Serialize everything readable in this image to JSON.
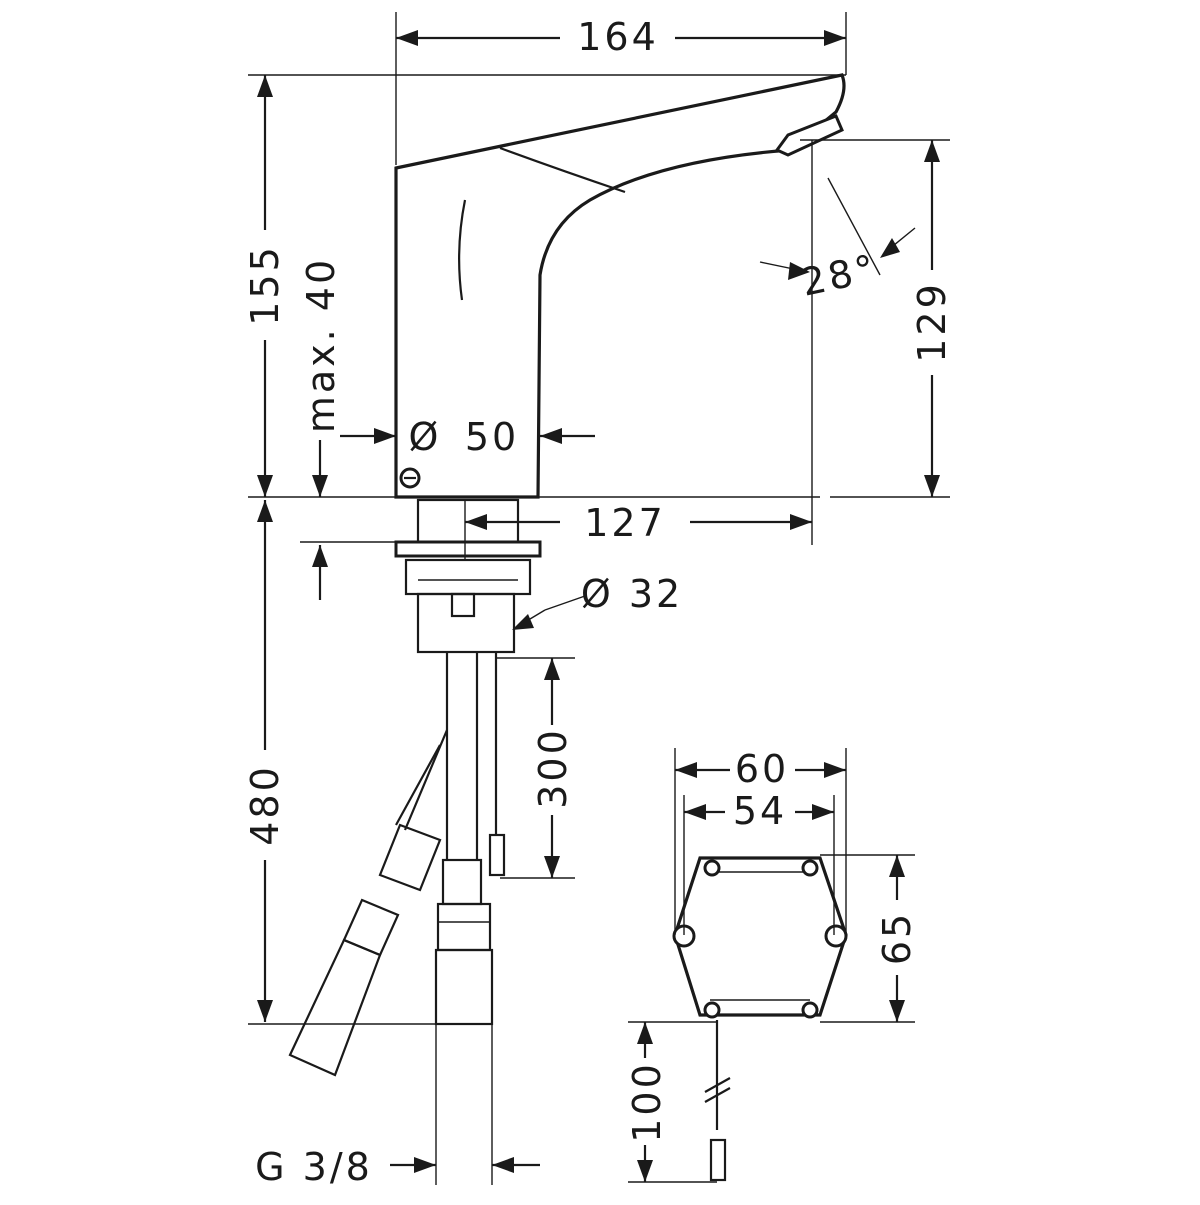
{
  "drawing": {
    "dimensions": {
      "width_164": "164",
      "height_155": "155",
      "max_40": "max. 40",
      "dia_50": "50",
      "reach_127": "127",
      "spout_129": "129",
      "angle_28": "28°",
      "dia_32": "Ø 32",
      "hose_480": "480",
      "cable_300": "300",
      "box_60": "60",
      "box_54": "54",
      "box_65": "65",
      "cable_100": "100",
      "thread": "G 3/8"
    },
    "symbols": {
      "diameter": "Ø"
    }
  }
}
